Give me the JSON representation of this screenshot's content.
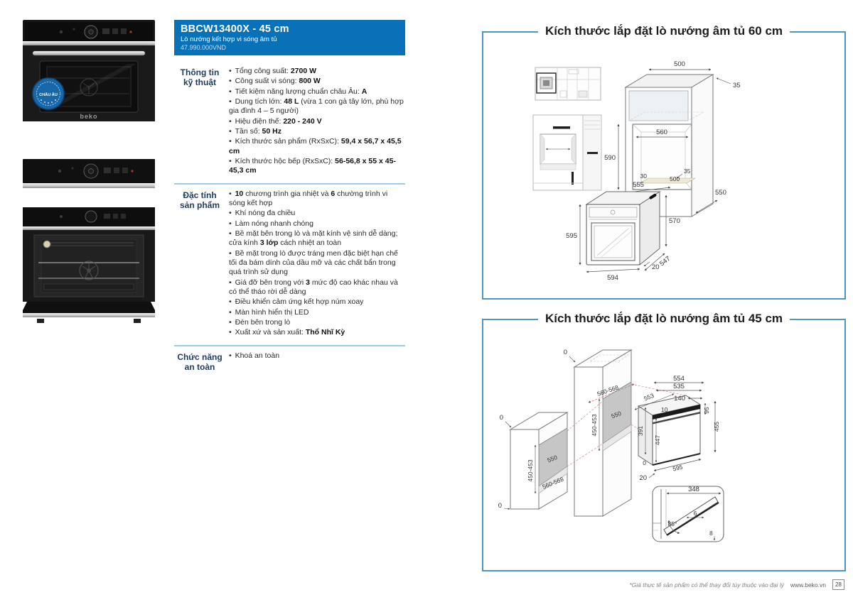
{
  "product": {
    "model": "BBCW13400X - 45 cm",
    "subtitle": "Lò nướng kết hợp vi sóng âm tủ",
    "price": "47.990.000VND"
  },
  "images": {
    "brand": "beko",
    "badge_text": "CHÂU ÂU"
  },
  "specs": {
    "sections": [
      {
        "label_lines": [
          "Thông tin",
          "kỹ thuật"
        ],
        "bullets": [
          [
            {
              "t": "Tổng công suất: "
            },
            {
              "t": "2700 W",
              "b": true
            }
          ],
          [
            {
              "t": "Công suất vi sóng: "
            },
            {
              "t": "800 W",
              "b": true
            }
          ],
          [
            {
              "t": "Tiết kiệm năng lượng chuẩn châu Âu: "
            },
            {
              "t": "A",
              "b": true
            }
          ],
          [
            {
              "t": "Dung tích lớn: "
            },
            {
              "t": "48 L",
              "b": true
            },
            {
              "t": " (vừa 1 con gà tây lớn, phù hợp gia đình 4 – 5 người)"
            }
          ],
          [
            {
              "t": "Hiệu điện thế: "
            },
            {
              "t": "220 - 240 V",
              "b": true
            }
          ],
          [
            {
              "t": "Tần số: "
            },
            {
              "t": "50 Hz",
              "b": true
            }
          ],
          [
            {
              "t": "Kích thước sản phẩm (RxSxC): "
            },
            {
              "t": "59,4 x 56,7 x 45,5 cm",
              "b": true
            }
          ],
          [
            {
              "t": "Kích thước hộc bếp (RxSxC): "
            },
            {
              "t": "56-56,8 x 55 x 45-45,3 cm",
              "b": true
            }
          ]
        ]
      },
      {
        "label_lines": [
          "Đặc tính",
          "sản phẩm"
        ],
        "bullets": [
          [
            {
              "t": "10",
              "b": true
            },
            {
              "t": " chương trình gia nhiệt và "
            },
            {
              "t": "6",
              "b": true
            },
            {
              "t": " chường trình vi sóng kết hợp"
            }
          ],
          [
            {
              "t": "Khí nóng đa chiều"
            }
          ],
          [
            {
              "t": "Làm nóng nhanh chóng"
            }
          ],
          [
            {
              "t": "Bề mặt bên trong lò và mặt kính vệ sinh dễ dàng; cửa kính "
            },
            {
              "t": "3 lớp",
              "b": true
            },
            {
              "t": " cách nhiệt an toàn"
            }
          ],
          [
            {
              "t": "Bề mặt trong lò được tráng men đặc biệt hạn chế tối đa bám dính của dầu mỡ và các chất bẩn trong quá trình sử dụng"
            }
          ],
          [
            {
              "t": "Giá đỡ bên trong với "
            },
            {
              "t": "3",
              "b": true
            },
            {
              "t": " mức độ cao khác nhau và có thể tháo rời dễ dàng"
            }
          ],
          [
            {
              "t": "Điều khiển cảm ứng kết hợp núm xoay"
            }
          ],
          [
            {
              "t": "Màn hình hiển thị LED"
            }
          ],
          [
            {
              "t": "Đèn bên trong lò"
            }
          ],
          [
            {
              "t": "Xuất xứ và sản xuất: "
            },
            {
              "t": "Thổ Nhĩ Kỳ",
              "b": true
            }
          ]
        ]
      },
      {
        "label_lines": [
          "Chức năng",
          "an toàn"
        ],
        "bullets": [
          [
            {
              "t": "Khoá an toàn"
            }
          ]
        ]
      }
    ]
  },
  "diagram60": {
    "title": "Kích thước lắp đặt lò nướng âm tủ 60 cm",
    "dims": {
      "cab_top_width": "500",
      "cab_top_edge": "35",
      "niche_width": "560",
      "niche_height": "590",
      "niche_floor_angle": "30",
      "niche_floor_depth": "500",
      "niche_platform": "35",
      "side_depth": "550",
      "oven_top_width": "555",
      "oven_height_right": "570",
      "oven_height_left": "595",
      "oven_depth": "547",
      "oven_bottom_width": "594",
      "oven_overhang": "20"
    }
  },
  "diagram45": {
    "title": "Kích thước lắp đặt lò nướng âm tủ 45 cm",
    "dims": {
      "tall_gap": "0",
      "tall_niche_width": "560-568",
      "tall_niche_depth": "550",
      "tall_niche_height": "450-453",
      "base_gap_top": "0",
      "base_gap_bottom": "0",
      "base_niche_depth": "550",
      "base_niche_width": "560-568",
      "base_niche_height": "450-453",
      "oven_top_depth": "553",
      "oven_width_full": "554",
      "oven_width_mid": "535",
      "oven_width_small": "140",
      "oven_top_inset": "10",
      "oven_panel_height": "95",
      "oven_total_height": "455",
      "oven_body_height": "391",
      "oven_front_height": "447",
      "oven_bottom_width": "595",
      "oven_gap": "0",
      "oven_overhang": "20",
      "door_width": "348",
      "door_angle": "85°",
      "door_gap_mid": "6",
      "door_gap_bottom": "8"
    }
  },
  "footer": {
    "disclaimer": "*Giá thực tế sản phẩm có thể thay đổi tùy thuộc vào đại lý",
    "website": "www.beko.vn",
    "page_number": "28"
  }
}
